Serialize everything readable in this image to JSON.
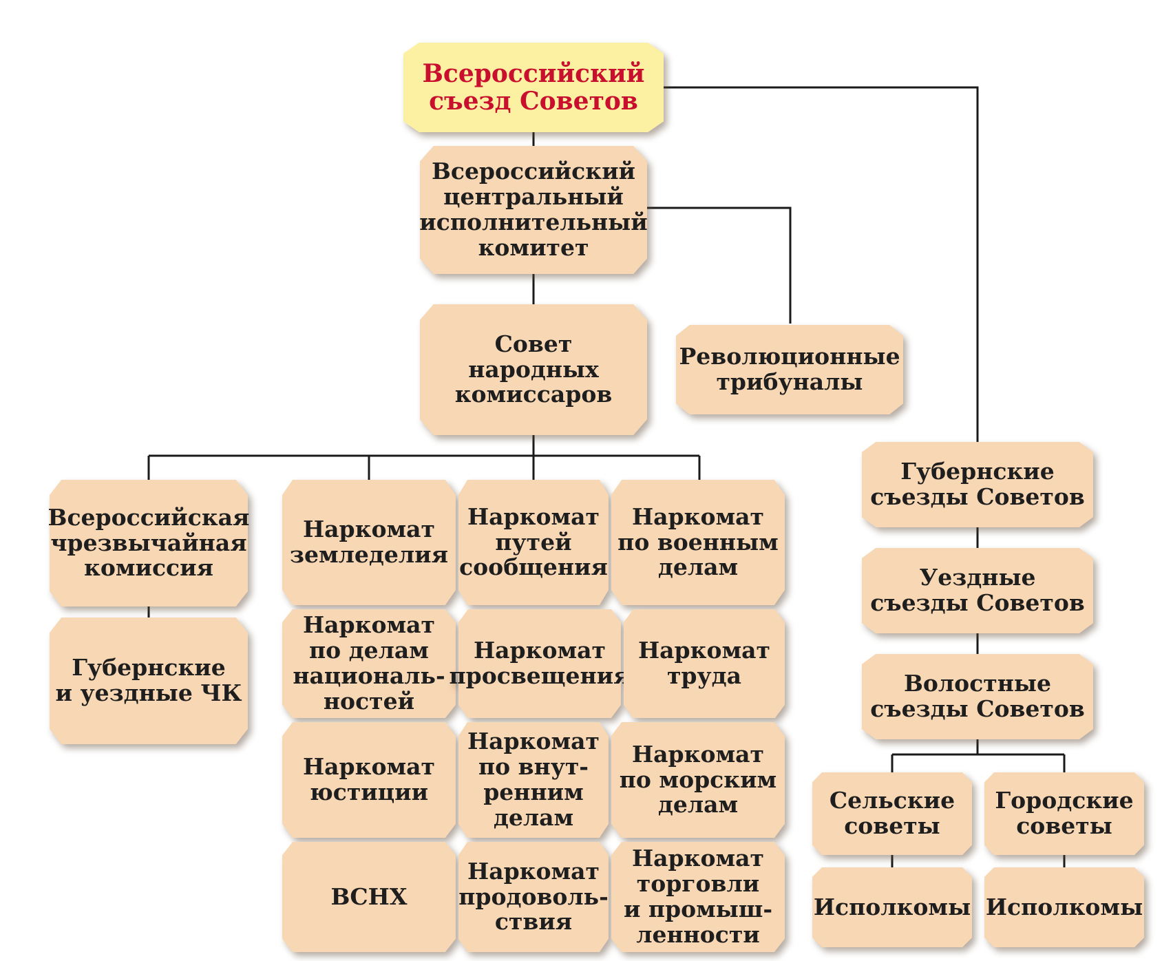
{
  "diagram": {
    "root": "Всероссийский\nсъезд Советов",
    "vcik": "Всероссийский\nцентральный\nисполнительный\nкомитет",
    "sovnarkom": "Совет\nнародных\nкомиссаров",
    "tribunals": "Революционные\nтрибуналы",
    "vchk": "Всероссийская\nчрезвычайная\nкомиссия",
    "gub_uezd_chk": "Губернские\nи уездные ЧК",
    "narkomats": [
      [
        "Наркомат\nземледелия",
        "Наркомат\nпутей\nсообщения",
        "Наркомат\nпо военным\nделам"
      ],
      [
        "Наркомат\nпо делам\nнациональ-\nностей",
        "Наркомат\nпросвещения",
        "Наркомат\nтруда"
      ],
      [
        "Наркомат\nюстиции",
        "Наркомат\nпо внут-\nренним\nделам",
        "Наркомат\nпо морским\nделам"
      ],
      [
        "ВСНХ",
        "Наркомат\nпродоволь-\nствия",
        "Наркомат\nторговли\nи промыш-\nленности"
      ]
    ],
    "gub_congress": "Губернские\nсъезды Советов",
    "uezd_congress": "Уездные\nсъезды Советов",
    "volost_congress": "Волостные\nсъезды Советов",
    "rural_soviets": "Сельские\nсоветы",
    "city_soviets": "Городские\nсоветы",
    "rural_executive": "Исполкомы",
    "city_executive": "Исполкомы"
  },
  "colors": {
    "root_fill": "#fcf0a2",
    "root_text": "#c8102e",
    "node_fill": "#f8d7b4",
    "text": "#1e1e1e",
    "line": "#1a1a1a"
  }
}
